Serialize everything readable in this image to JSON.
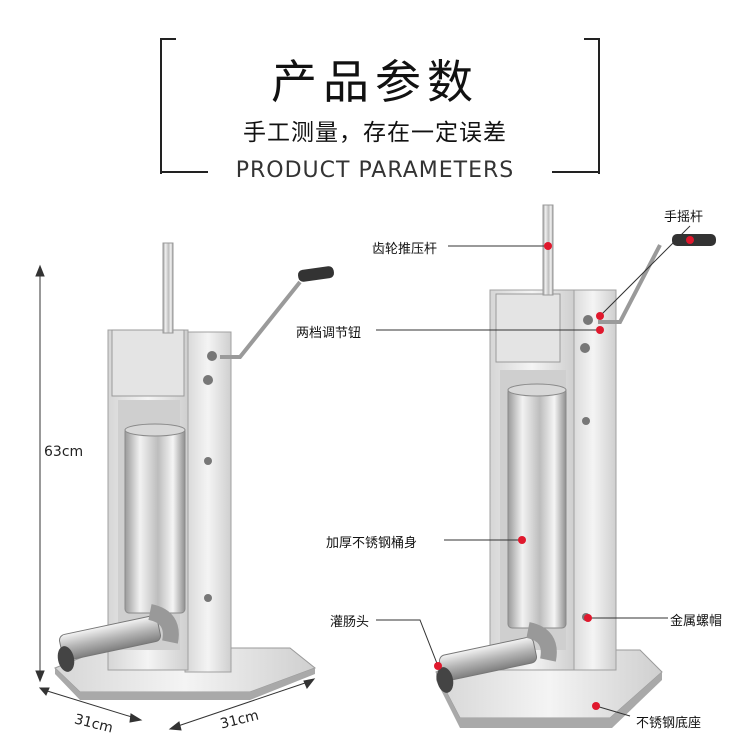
{
  "header": {
    "title": "产品参数",
    "subtitle": "手工测量，存在一定误差",
    "english": "PRODUCT PARAMETERS"
  },
  "dimensions": {
    "height": "63cm",
    "width": "31cm",
    "depth": "31cm"
  },
  "callouts": {
    "crank": "手摇杆",
    "gear_rod": "齿轮推压杆",
    "speed_knob": "两档调节钮",
    "barrel": "加厚不锈钢桶身",
    "nozzle": "灌肠头",
    "nut": "金属螺帽",
    "base": "不锈钢底座"
  },
  "colors": {
    "accent": "#e0182d",
    "steel_light": "#e8e8e8",
    "steel_dark": "#8a8a8a"
  }
}
